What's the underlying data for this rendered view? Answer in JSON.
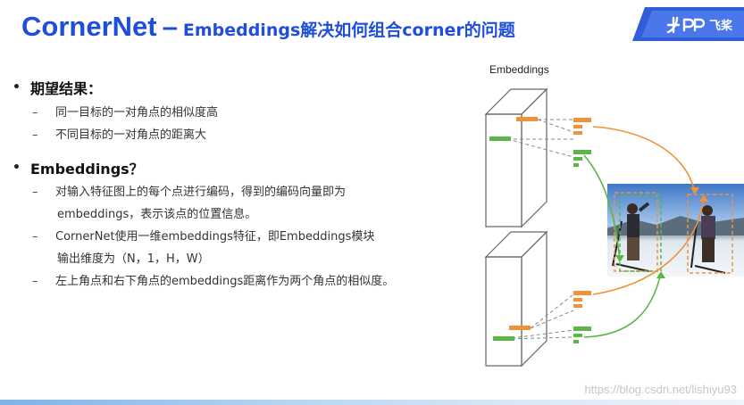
{
  "title": {
    "main": "CornerNet",
    "dash": "–",
    "sub": "Embeddings解决如何组合corner的问题"
  },
  "logo": {
    "glyph": "𝒇𝓟",
    "text": "飞桨"
  },
  "bullets": [
    {
      "label": "期望结果：",
      "items": [
        "同一目标的一对角点的相似度高",
        "不同目标的一对角点的距离大"
      ]
    },
    {
      "label": "Embeddings？",
      "items": [
        "对输入特征图上的每个点进行编码，得到的编码向量即为",
        "embeddings，表示该点的位置信息。",
        "CornerNet使用一维embeddings特征，即Embeddings模块",
        "输出维度为（N，1，H，W）",
        "左上角点和右下角点的embeddings距离作为两个角点的相似度。"
      ]
    }
  ],
  "figure": {
    "label": "Embeddings"
  },
  "watermark": "https://blog.csdn.net/lishiyu93",
  "colors": {
    "title": "#1f4fd8",
    "orange": "#f0923a",
    "green": "#5bb547",
    "gray": "#555555"
  }
}
